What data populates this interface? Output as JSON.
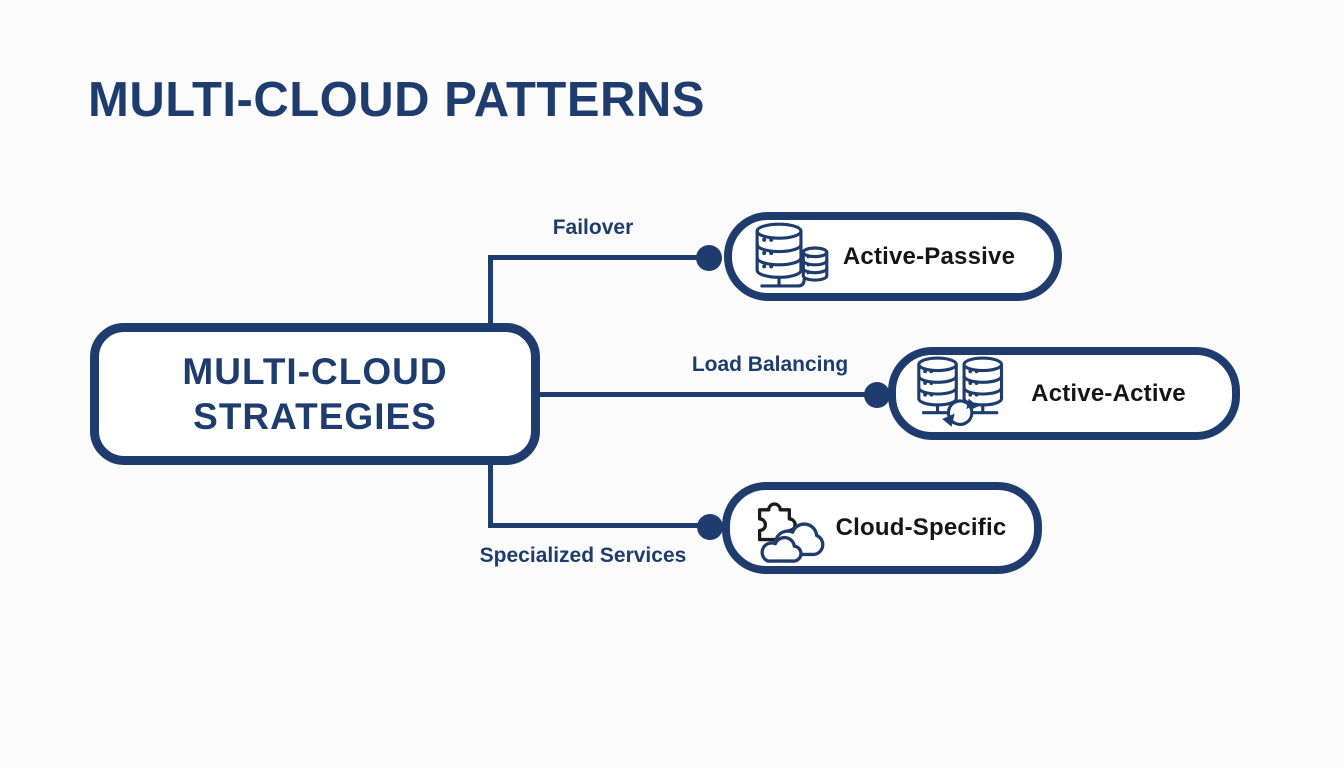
{
  "title": "MULTI-CLOUD PATTERNS",
  "root": {
    "line1": "MULTI-CLOUD",
    "line2": "STRATEGIES"
  },
  "edges": {
    "failover": {
      "label": "Failover"
    },
    "load_balancing": {
      "label": "Load Balancing"
    },
    "specialized_services": {
      "label": "Specialized Services"
    }
  },
  "nodes": {
    "active_passive": {
      "label": "Active-Passive",
      "icon": "primary-secondary-servers-icon"
    },
    "active_active": {
      "label": "Active-Active",
      "icon": "synced-databases-icon"
    },
    "cloud_specific": {
      "label": "Cloud-Specific",
      "icon": "puzzle-cloud-icon"
    }
  },
  "colors": {
    "navy": "#1e3d6e",
    "node_text": "#151515",
    "background": "#fbfbfb"
  }
}
